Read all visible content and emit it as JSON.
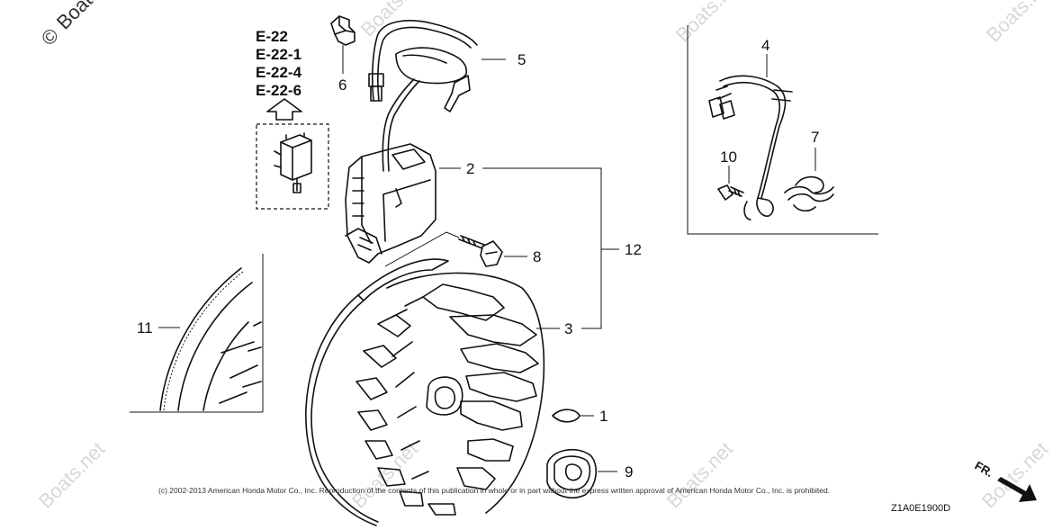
{
  "watermark": {
    "text": "Boats.net",
    "copyright_symbol": "©"
  },
  "revision_codes": [
    "E-22",
    "E-22-1",
    "E-22-4",
    "E-22-6"
  ],
  "callouts": {
    "n1": "1",
    "n2": "2",
    "n3": "3",
    "n4": "4",
    "n5": "5",
    "n6": "6",
    "n7": "7",
    "n8": "8",
    "n9": "9",
    "n10": "10",
    "n11": "11",
    "n12": "12"
  },
  "copyright_notice": "(c) 2002-2013 American Honda Motor Co., Inc. Reproduction of the contents of this publication in whole or in part without the express written approval of American Honda Motor Co., Inc. is prohibited.",
  "diagram_code": "Z1A0E1900D",
  "direction_label": "FR."
}
